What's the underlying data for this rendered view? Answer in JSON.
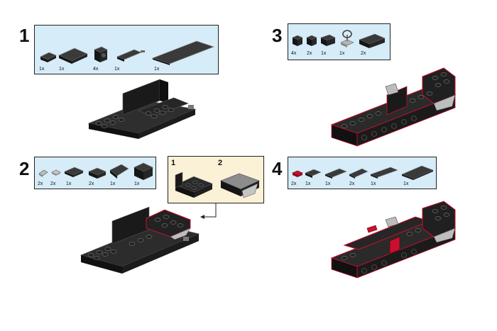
{
  "steps": [
    {
      "number": "1",
      "quantities": [
        "1x",
        "1x",
        "4x",
        "1x",
        "1x"
      ]
    },
    {
      "number": "2",
      "quantities": [
        "2x",
        "2x",
        "1x",
        "2x",
        "1x",
        "1x"
      ]
    },
    {
      "number": "3",
      "quantities": [
        "4x",
        "2x",
        "1x",
        "1x",
        "2x"
      ]
    },
    {
      "number": "4",
      "quantities": [
        "2x",
        "1x",
        "1x",
        "2x",
        "1x",
        "1x"
      ]
    }
  ],
  "subassembly": {
    "labels": [
      "1",
      "2"
    ]
  },
  "colors": {
    "parts_bg": "#d6ecf8",
    "sub_bg": "#fbf1d6",
    "brick": "#1b1b1b",
    "accent": "#c8102e",
    "grey": "#a6a6a6"
  }
}
